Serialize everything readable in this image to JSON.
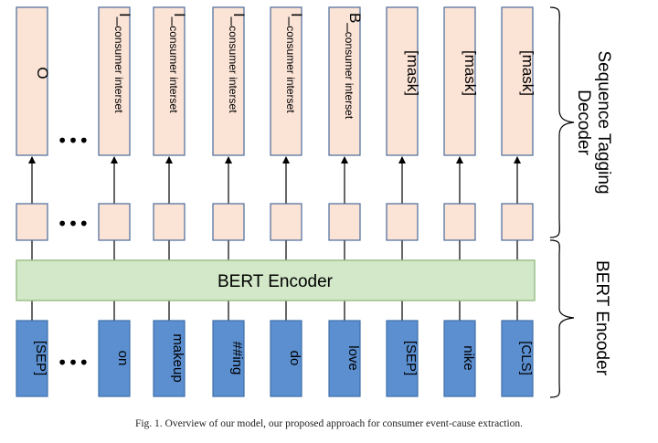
{
  "output_tags": [
    {
      "main": "O",
      "sub": ""
    },
    {
      "main": "I_",
      "sub": "consumer interset"
    },
    {
      "main": "I_",
      "sub": "consumer interset"
    },
    {
      "main": "I_",
      "sub": "consumer interset"
    },
    {
      "main": "I_",
      "sub": "consumer interset"
    },
    {
      "main": "B_",
      "sub": "consumer interset"
    },
    {
      "main": "[mask]",
      "sub": ""
    },
    {
      "main": "[mask]",
      "sub": ""
    },
    {
      "main": "[mask]",
      "sub": ""
    }
  ],
  "input_tokens": [
    "[SEP]",
    "on",
    "makeup",
    "##ing",
    "do",
    "love",
    "[SEP]",
    "nike",
    "[CLS]"
  ],
  "ellipsis": "•••",
  "encoder_label": "BERT Encoder",
  "braces": {
    "top": [
      "Sequence Tagging",
      "Decoder"
    ],
    "bottom": "BERT Encoder"
  },
  "caption": "Fig. 1.  Overview of our model, our proposed approach for consumer event-cause extraction.",
  "colors": {
    "peach_fill": "#fbe3d6",
    "peach_stroke": "#4a6a9a",
    "encoder_fill": "#d2e8c8",
    "encoder_stroke": "#9cbf8a",
    "token_fill": "#5b8fd0",
    "token_stroke": "#3f6fa8"
  }
}
